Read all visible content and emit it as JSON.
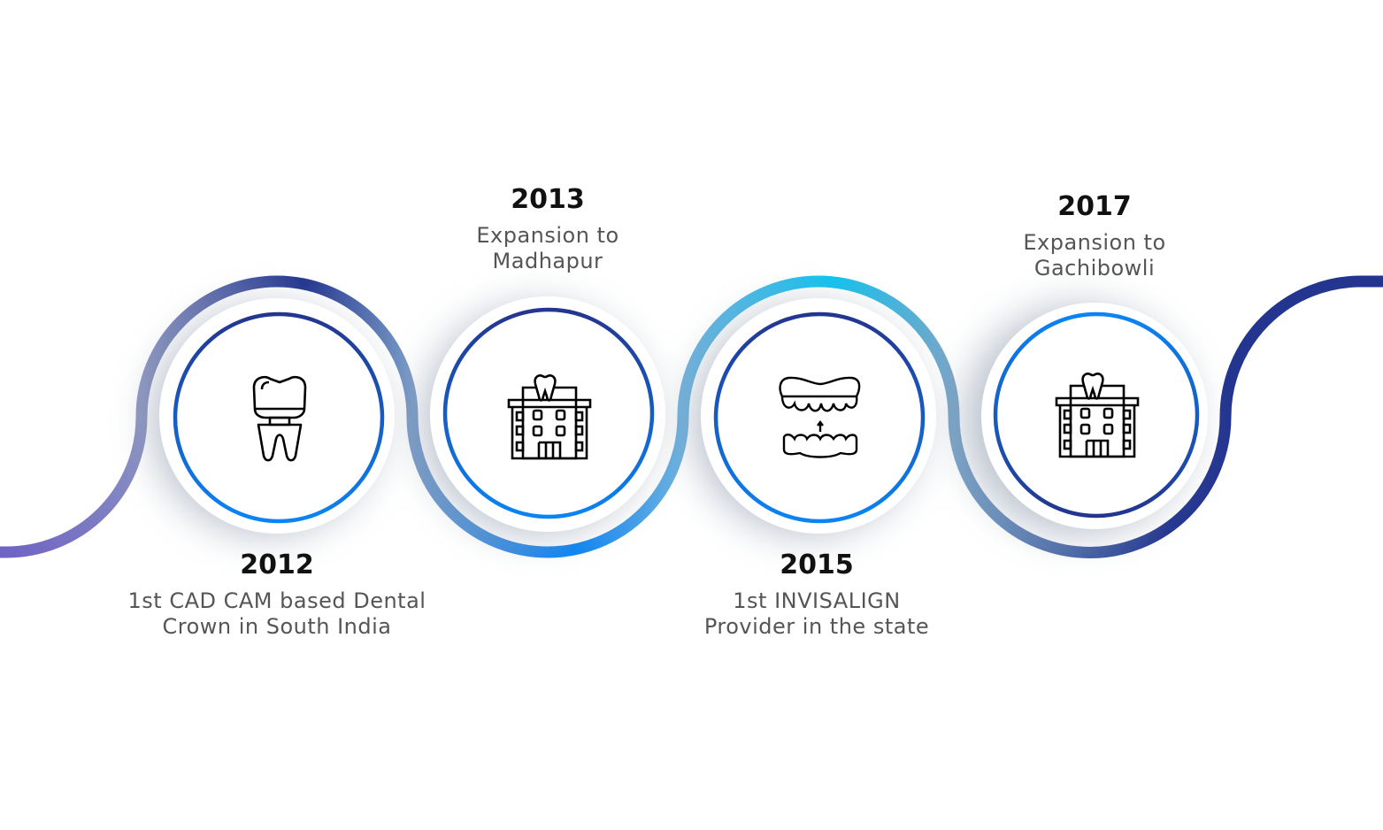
{
  "milestones": [
    {
      "year": "2012",
      "line1": "1st CAD CAM based Dental",
      "line2": "Crown in South India",
      "icon": "dental-crown-icon"
    },
    {
      "year": "2013",
      "line1": "Expansion to",
      "line2": "Madhapur",
      "icon": "dental-clinic-building-icon"
    },
    {
      "year": "2015",
      "line1": "1st INVISALIGN",
      "line2": "Provider in the state",
      "icon": "dentures-aligner-icon"
    },
    {
      "year": "2017",
      "line1": "Expansion to",
      "line2": "Gachibowli",
      "icon": "dental-clinic-building-icon"
    }
  ],
  "colors": {
    "dark_blue": "#23358f",
    "bright_blue": "#0a84f5",
    "purple": "#6f63c4",
    "cyan": "#12c3f0"
  }
}
